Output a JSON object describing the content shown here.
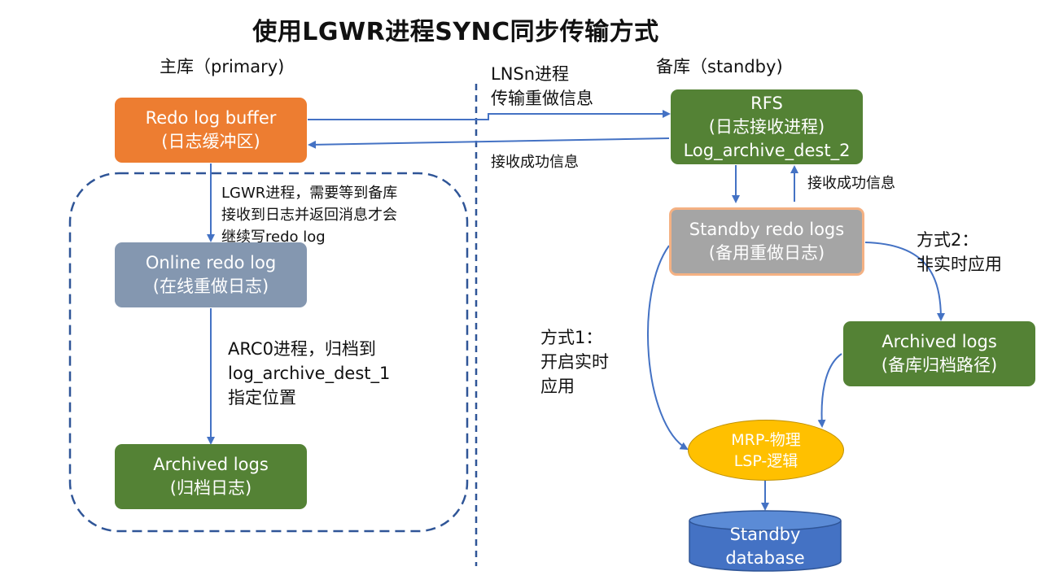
{
  "title": "使用LGWR进程SYNC同步传输方式",
  "primary": {
    "label": "主库（primary)",
    "redo_buffer": {
      "line1": "Redo log buffer",
      "line2": "(日志缓冲区)"
    },
    "online_redo": {
      "line1": "Online redo log",
      "line2": "(在线重做日志)"
    },
    "archived_logs": {
      "line1": "Archived logs",
      "line2": "(归档日志)"
    },
    "lgwr_note": [
      "LGWR进程，需要等到备库",
      "接收到日志并返回消息才会",
      "继续写redo log"
    ],
    "arc_note": [
      "ARC0进程，归档到",
      "log_archive_dest_1",
      "指定位置"
    ]
  },
  "transfer": {
    "lns_note": [
      "LNSn进程",
      "传输重做信息"
    ],
    "ack_note": "接收成功信息"
  },
  "standby": {
    "label": "备库（standby)",
    "rfs": {
      "line1": "RFS",
      "line2": "(日志接收进程)",
      "line3": "Log_archive_dest_2"
    },
    "ack_note": "接收成功信息",
    "standby_redo": {
      "line1": "Standby redo logs",
      "line2": "(备用重做日志)"
    },
    "method2": [
      "方式2：",
      "非实时应用"
    ],
    "method1": [
      "方式1：",
      "开启实时",
      "应用"
    ],
    "archived_logs": {
      "line1": "Archived logs",
      "line2": "(备库归档路径)"
    },
    "mrp": {
      "line1": "MRP-物理",
      "line2": "LSP-逻辑"
    },
    "database": {
      "line1": "Standby",
      "line2": "database"
    }
  },
  "colors": {
    "orange": "#ed7d31",
    "green": "#548235",
    "steel": "#8497b0",
    "grey": "#a5a5a5",
    "yellow": "#ffc000",
    "blue": "#4472c4",
    "dashed": "#2f5597"
  }
}
